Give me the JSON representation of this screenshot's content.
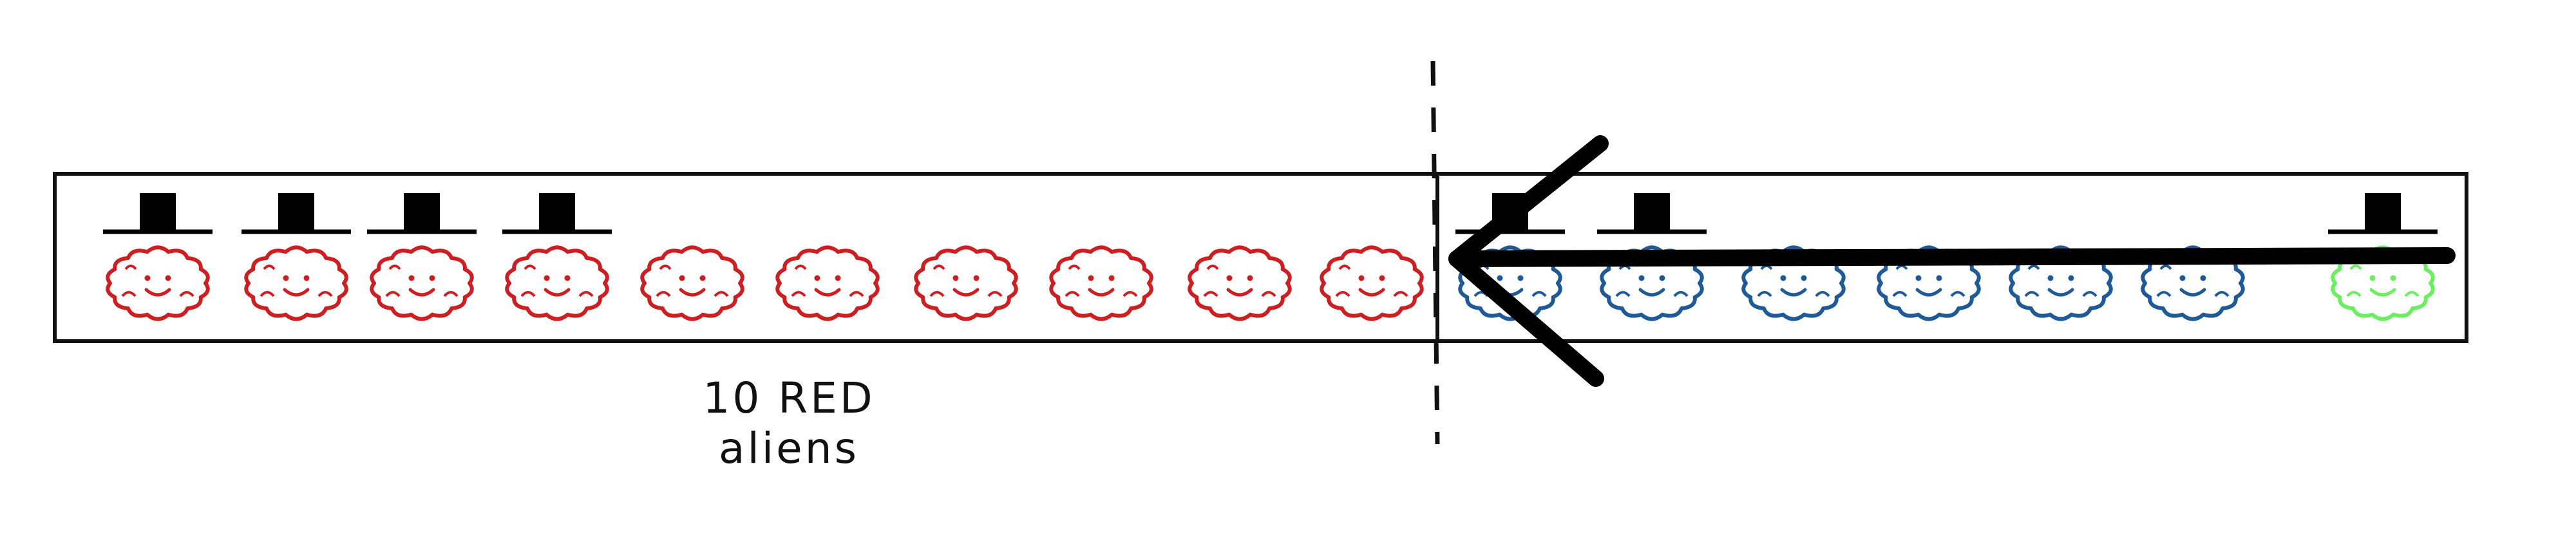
{
  "label": {
    "line1": "10 RED",
    "line2": "aliens"
  },
  "colors": {
    "red": "#cc1f22",
    "blue": "#1f5a96",
    "green": "#6ded63",
    "ink": "#111111"
  },
  "aliens": [
    {
      "color": "red",
      "hat": true
    },
    {
      "color": "red",
      "hat": true
    },
    {
      "color": "red",
      "hat": true
    },
    {
      "color": "red",
      "hat": true
    },
    {
      "color": "red",
      "hat": false
    },
    {
      "color": "red",
      "hat": false
    },
    {
      "color": "red",
      "hat": false
    },
    {
      "color": "red",
      "hat": false
    },
    {
      "color": "red",
      "hat": false
    },
    {
      "color": "red",
      "hat": false
    },
    {
      "color": "blue",
      "hat": true
    },
    {
      "color": "blue",
      "hat": true
    },
    {
      "color": "blue",
      "hat": false
    },
    {
      "color": "blue",
      "hat": false
    },
    {
      "color": "blue",
      "hat": false
    },
    {
      "color": "blue",
      "hat": false
    },
    {
      "color": "green",
      "hat": true
    }
  ]
}
